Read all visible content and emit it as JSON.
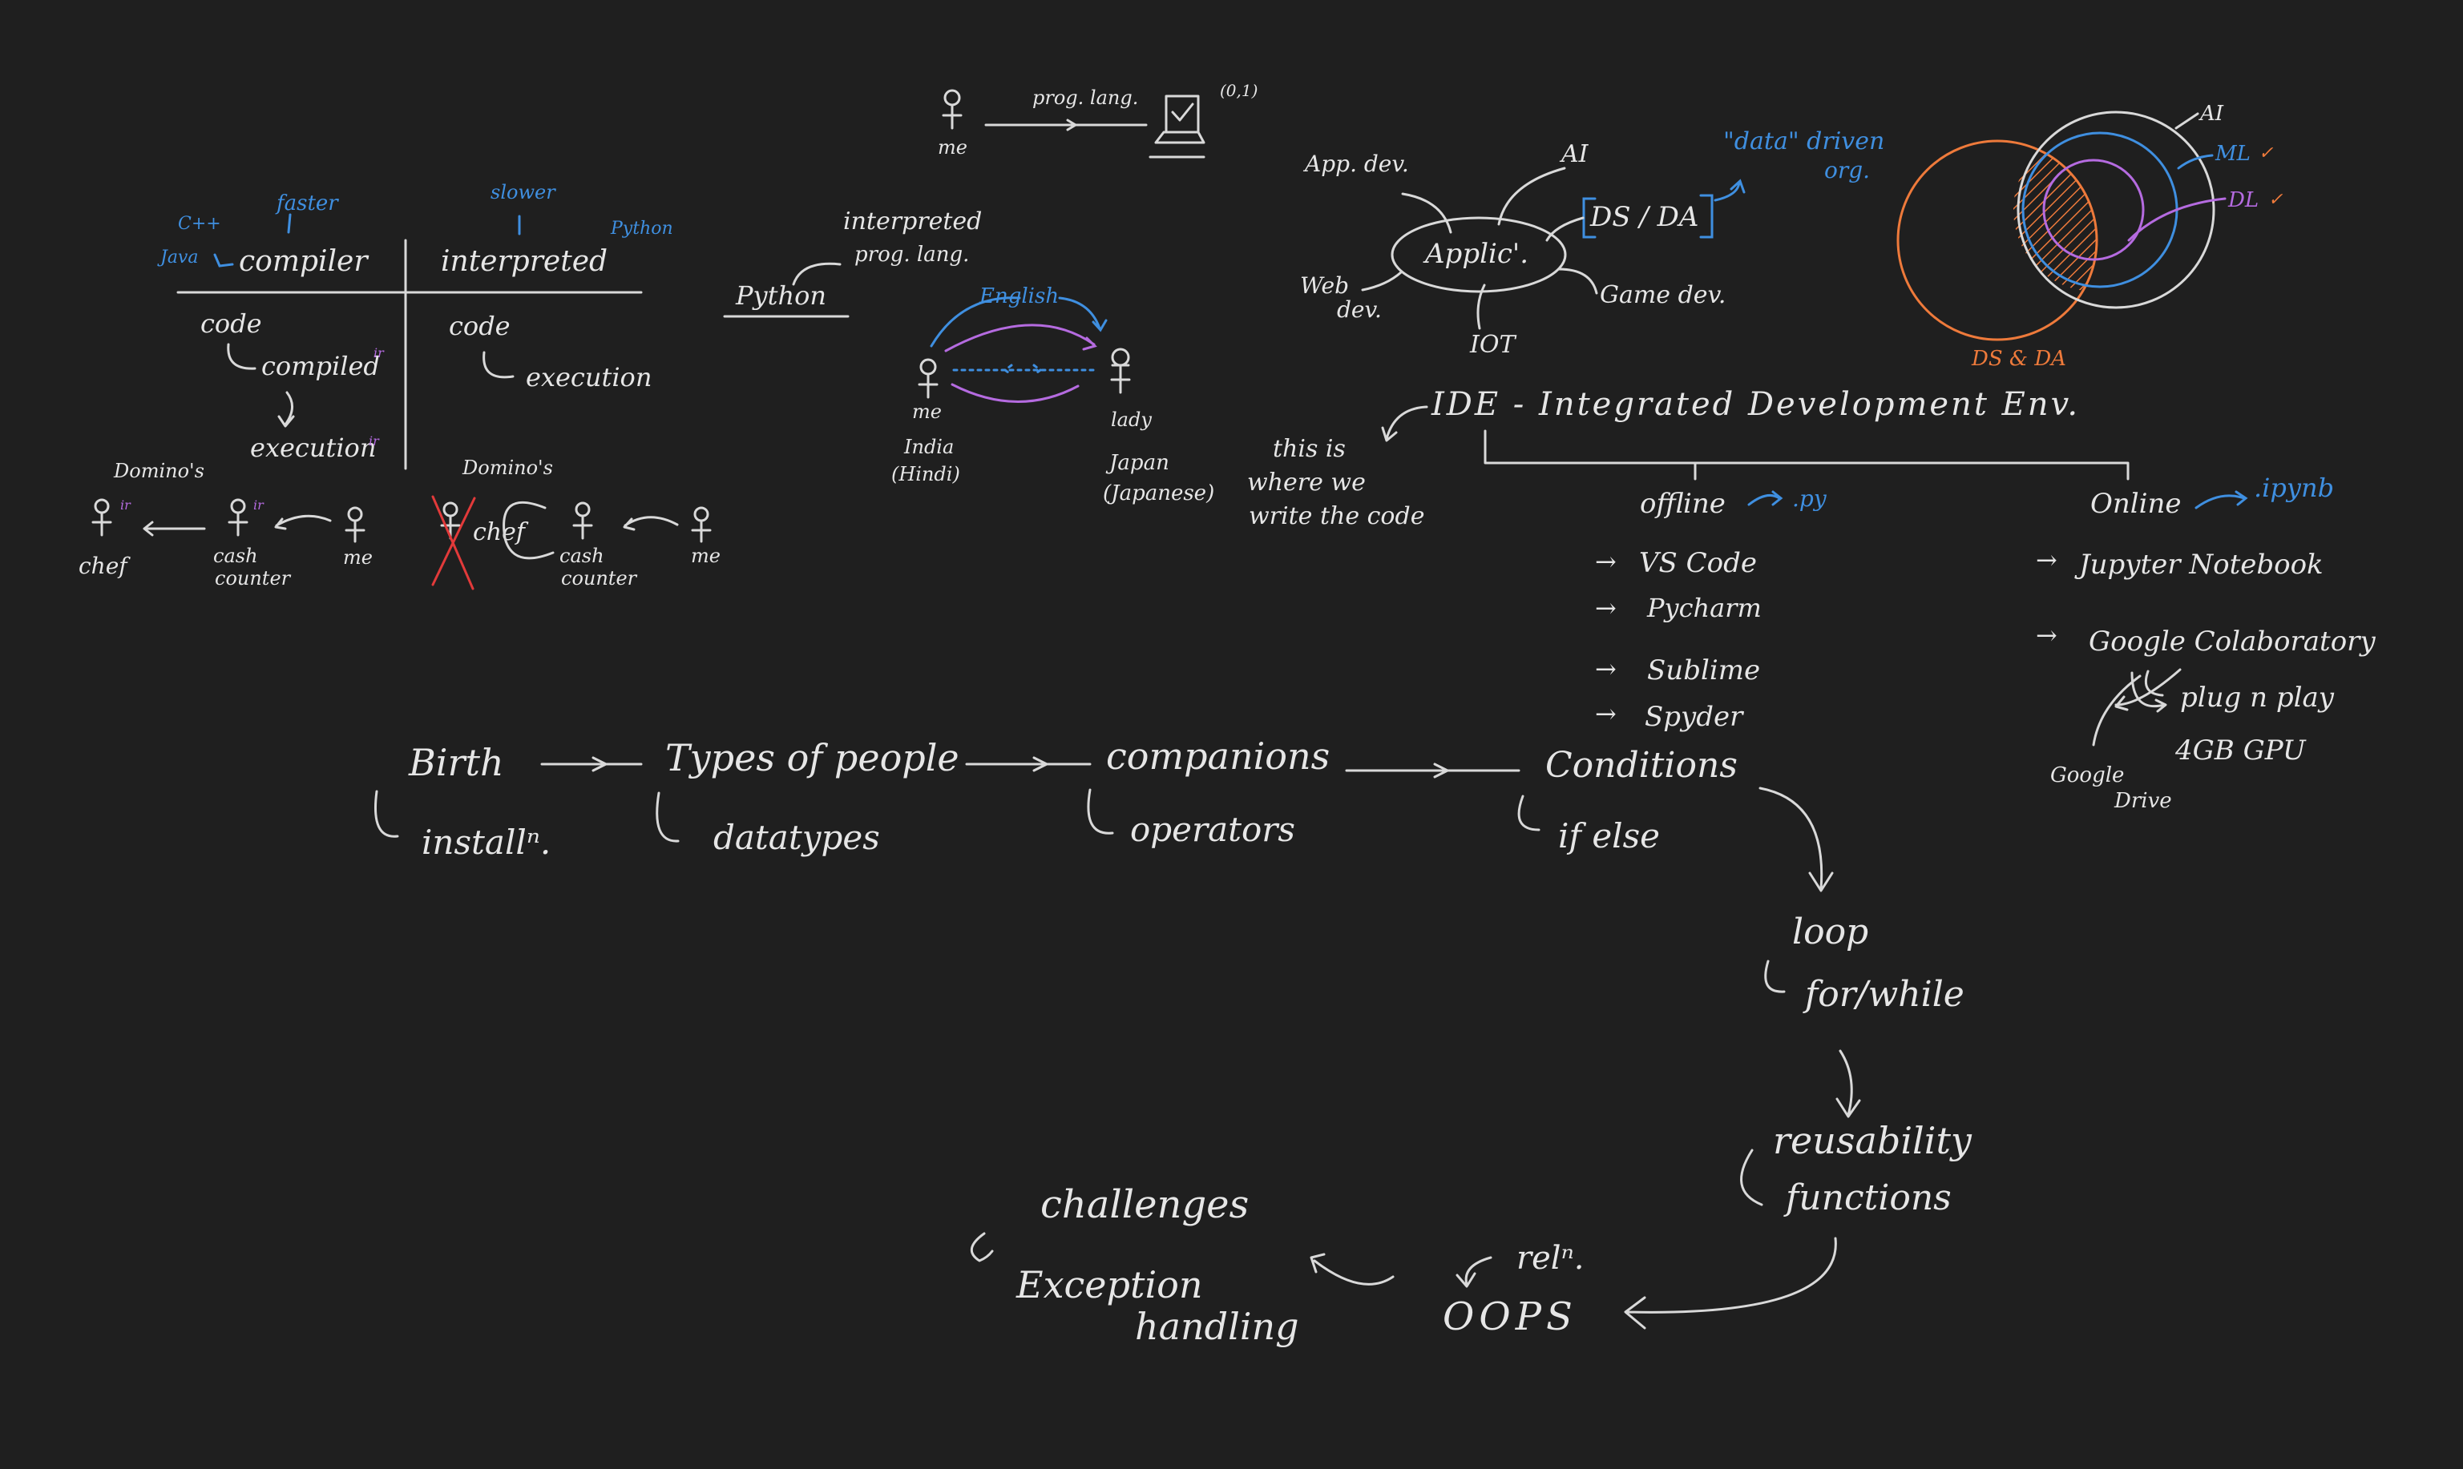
{
  "compiler_table": {
    "cpp": "C++",
    "java": "Java",
    "faster": "faster",
    "slower": "slower",
    "python": "Python",
    "compiler": "compiler",
    "interpreted": "interpreted",
    "code_left": "code",
    "compiled": "compiled",
    "execution_left": "execution",
    "code_right": "code",
    "execution_right": "execution",
    "mark": "ir"
  },
  "dominos": {
    "left_title": "Domino's",
    "right_title": "Domino's",
    "chef": "chef",
    "cash_counter_1": "cash",
    "cash_counter_2": "counter",
    "me": "me",
    "chef_crossed": "chef"
  },
  "prog_lang": {
    "me": "me",
    "arrow_label": "prog. lang.",
    "coords": "(0,1)"
  },
  "python_note": {
    "python": "Python",
    "interpreted_1": "interpreted",
    "interpreted_2": "prog. lang."
  },
  "language": {
    "english": "English",
    "me": "me",
    "lady": "lady",
    "india": "India",
    "hindi": "(Hindi)",
    "japan": "Japan",
    "japanese": "(Japanese)"
  },
  "applications": {
    "app_dev": "App. dev.",
    "ai": "AI",
    "data_driven_1": "\"data\" driven",
    "data_driven_2": "org.",
    "dsda": "DS / DA",
    "applic": "Applic'.",
    "web_dev_1": "Web",
    "web_dev_2": "dev.",
    "game_dev": "Game dev.",
    "iot": "IOT"
  },
  "venn": {
    "ai": "AI",
    "ml": "ML",
    "dl": "DL",
    "dsda": "DS & DA",
    "check": "✓"
  },
  "ide": {
    "title": "IDE - Integrated Development Env.",
    "note_1": "this is",
    "note_2": "where we",
    "note_3": "write the code",
    "offline": "offline",
    "offline_ext": ".py",
    "online": "Online",
    "online_ext": ".ipynb",
    "offline_items": [
      "VS Code",
      "Pycharm",
      "Sublime",
      "Spyder"
    ],
    "online_items": [
      "Jupyter Notebook",
      "Google Colaboratory"
    ],
    "colab_features": [
      "plug n play",
      "4GB GPU",
      "Google",
      "Drive"
    ]
  },
  "roadmap": {
    "birth": "Birth",
    "install": "installⁿ.",
    "types": "Types of people",
    "datatypes": "datatypes",
    "companions": "companions",
    "operators": "operators",
    "conditions": "Conditions",
    "ifelse": "if else",
    "loop": "loop",
    "forwhile": "for/while",
    "reusability": "reusability",
    "functions": "functions",
    "rel": "relⁿ.",
    "oops": "OOPS",
    "challenges": "challenges",
    "exception": "Exception",
    "handling": "handling"
  },
  "colors": {
    "background": "#1f1f1f",
    "ink": "#e6e6e6",
    "blue": "#3f8fe0",
    "purple": "#b56be0",
    "orange": "#ee7a3b",
    "red": "#e23a3a"
  }
}
